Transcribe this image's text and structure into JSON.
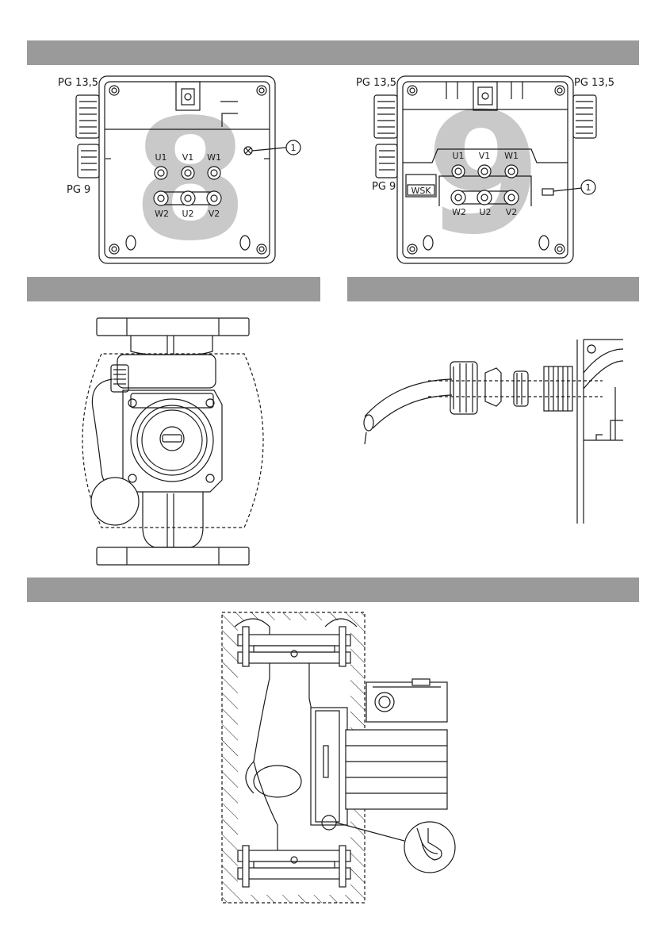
{
  "figure8": {
    "number": "8",
    "pg_top": "PG 13,5",
    "pg_bottom": "PG 9",
    "terminals_top": [
      "U1",
      "V1",
      "W1"
    ],
    "terminals_bottom": [
      "W2",
      "U2",
      "V2"
    ],
    "callout": "1"
  },
  "figure9": {
    "number": "9",
    "pg_top_left": "PG 13,5",
    "pg_top_right": "PG 13,5",
    "pg_bottom": "PG 9",
    "wsk": "WSK",
    "terminals_top": [
      "U1",
      "V1",
      "W1"
    ],
    "terminals_bottom": [
      "W2",
      "U2",
      "V2"
    ],
    "callout": "1"
  },
  "colors": {
    "header_bar": "#9a9a9a",
    "figure_number": "#c9c9c9",
    "line": "#1a1a1a"
  }
}
